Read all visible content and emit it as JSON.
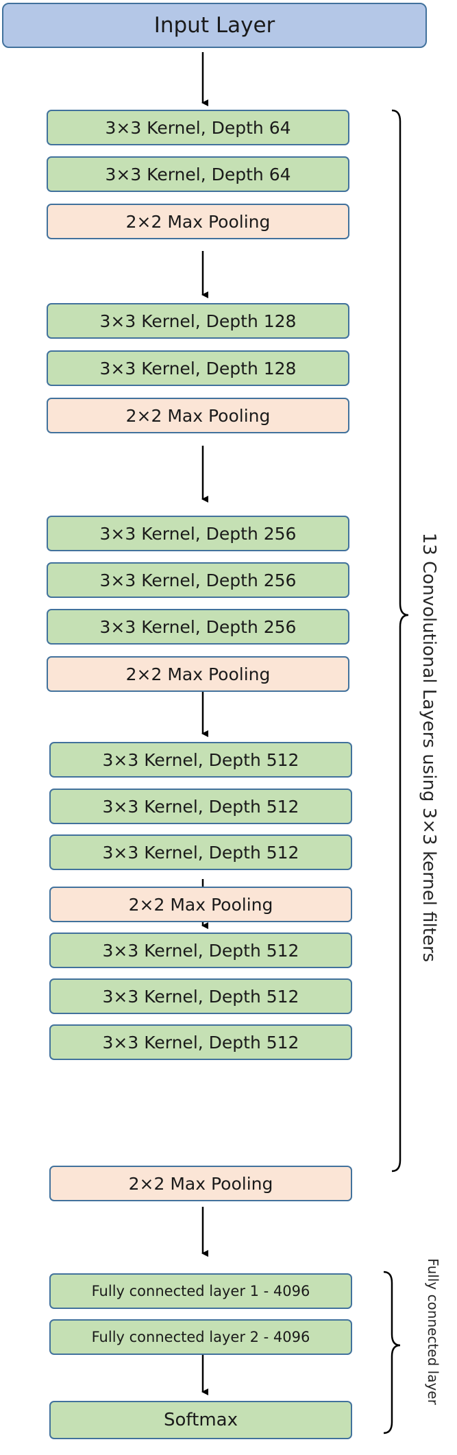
{
  "input_layer": "Input Layer",
  "blocks": [
    {
      "layers": [
        "3×3 Kernel, Depth 64",
        "3×3 Kernel, Depth 64"
      ],
      "pool": "2×2 Max Pooling"
    },
    {
      "layers": [
        "3×3 Kernel, Depth 128",
        "3×3 Kernel, Depth 128"
      ],
      "pool": "2×2 Max Pooling"
    },
    {
      "layers": [
        "3×3 Kernel, Depth 256",
        "3×3 Kernel, Depth 256",
        "3×3 Kernel, Depth 256"
      ],
      "pool": "2×2 Max Pooling"
    },
    {
      "layers": [
        "3×3 Kernel, Depth 512",
        "3×3 Kernel, Depth 512",
        "3×3 Kernel, Depth 512"
      ],
      "pool": "2×2 Max Pooling"
    },
    {
      "layers": [
        "3×3 Kernel, Depth 512",
        "3×3 Kernel, Depth 512",
        "3×3 Kernel, Depth 512"
      ],
      "pool": "2×2 Max Pooling"
    }
  ],
  "fully_connected": [
    "Fully connected layer 1 - 4096",
    "Fully connected layer 2 - 4096"
  ],
  "softmax": "Softmax",
  "conv_group_label": "13 Convolutional Layers using 3×3 kernel filters",
  "fc_group_label": "Fully connected layer",
  "colors": {
    "input": "#b4c7e7",
    "conv": "#c5e0b4",
    "pool": "#fbe5d6",
    "border": "#41719c"
  }
}
